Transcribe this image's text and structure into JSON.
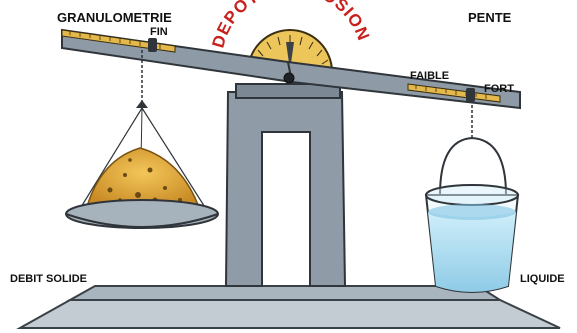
{
  "labels": {
    "granulometrie": "GRANULOMETRIE",
    "pente": "PENTE",
    "fin": "FIN",
    "faible": "FAIBLE",
    "fort": "FORT",
    "debit_solide": "DEBIT SOLIDE",
    "liquide": "LIQUIDE"
  },
  "gauge": {
    "left_word": "DEPOT",
    "right_word": "EROSION"
  },
  "colors": {
    "beam": "#8e9aa5",
    "scale_strip": "#e4b84a",
    "dial": "#ecc65a",
    "gauge_text": "#c8201c",
    "sand": "#e2ae3c",
    "water": "#a8d8ef",
    "base": "#b7c2cb"
  }
}
